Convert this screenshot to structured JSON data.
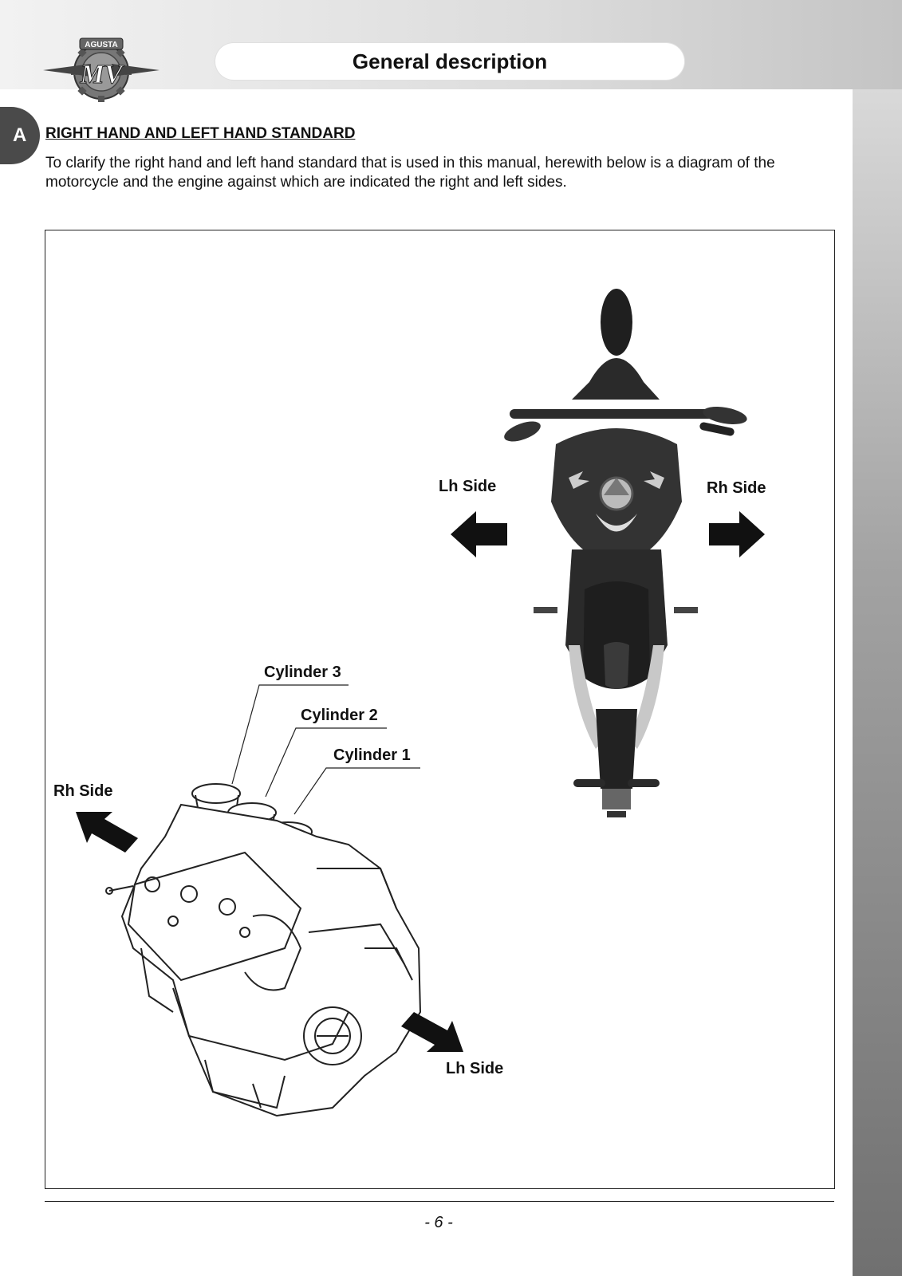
{
  "header": {
    "title": "General description",
    "logo_text": "AGUSTA",
    "logo_monogram": "MV"
  },
  "section": {
    "tab_letter": "A",
    "heading": "RIGHT HAND AND LEFT HAND STANDARD",
    "intro": "To clarify the right hand and left hand standard that is used in this manual, herewith below is a diagram of the motorcycle and the engine against which are indicated the right and left sides."
  },
  "figure": {
    "motorcycle": {
      "left_label": "Lh Side",
      "right_label": "Rh Side",
      "left_arrow_icon": "arrow-left-icon",
      "right_arrow_icon": "arrow-right-icon"
    },
    "engine": {
      "cylinder_labels": [
        "Cylinder 3",
        "Cylinder 2",
        "Cylinder 1"
      ],
      "rh_label": "Rh Side",
      "lh_label": "Lh Side",
      "rh_arrow_icon": "arrow-up-left-icon",
      "lh_arrow_icon": "arrow-down-right-icon"
    }
  },
  "footer": {
    "page_number": "- 6 -"
  }
}
